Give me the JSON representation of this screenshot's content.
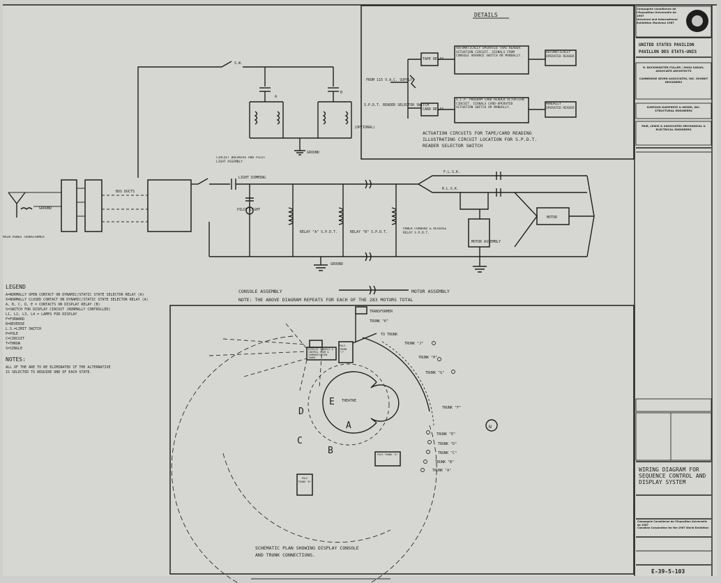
{
  "details": {
    "title": "DETAILS",
    "supply_label": "FROM 115 V.A.C. SUPPLY",
    "sw_label": "S.P.D.T. READER SELECTOR SWITCH",
    "top_relay": "TAPE RELAY",
    "bottom_relay": "CARD RELAY",
    "top_desc": "AUTOMATICALLY OPERATED TAPE READER. ACTUATION CIRCUIT. SIGNALS FROM CONSOLE ADVANCE SWITCH OR MANUALLY.",
    "bottom_desc": "V.I.P. PROGRAM CARD READER ACTUATION CIRCUIT. SIGNALS CARD-OPERATED ACTUATION SWITCH OR MANUALLY.",
    "top_out": "AUTOMATICALLY OPERATED READER",
    "bottom_out": "MANUALLY OPERATED READER",
    "caption_l1": "ACTUATION CIRCUITS FOR TAPE/CARD READING",
    "caption_l2": "ILLUSTRATING CIRCUIT LOCATION FOR S.P.D.T.",
    "caption_l3": "READER SELECTOR SWITCH"
  },
  "upper_circuit": {
    "switch_label": "S.W.",
    "cap_a": "A",
    "cap_b": "B",
    "optional": "(OPTIONAL)",
    "ground": "GROUND"
  },
  "main_circuit": {
    "main_power": "MAIN POWER TRANSFORMER",
    "ground": "GROUND",
    "bus_ducts": "BUS DUCTS",
    "breaker_label": "CIRCUIT BREAKERS AND PILOT LIGHT ASSEMBLY",
    "light_dimming": "LIGHT DIMMING",
    "pilot_light": "PILOT LIGHT",
    "relay_a": "RELAY \"A\" S.P.D.T.",
    "relay_b": "RELAY \"B\" S.P.D.T.",
    "relay_c": "POWER FORWARD & REVERSE RELAY S.P.D.T.",
    "fwd": "F.L.S.K.",
    "rev": "R.L.S.K.",
    "motor": "MOTOR ASSEMBLY",
    "console_assembly": "CONSOLE ASSEMBLY",
    "motor_assembly": "MOTOR ASSEMBLY",
    "note": "NOTE: THE ABOVE DIAGRAM REPEATS FOR EACH OF THE 283 MOTORS TOTAL"
  },
  "legend": {
    "title": "LEGEND",
    "items": [
      "A=NORMALLY OPEN CONTACT ON DYNAMIC/STATIC STATE SELECTOR RELAY (A)",
      "X=NORMALLY CLOSED CONTACT ON DYNAMIC/STATIC STATE SELECTOR RELAY (A)",
      "A, B, C, D, E = CONTACTS ON DISPLAY RELAY (B)",
      "S=SWITCH FOR DISPLAY CIRCUIT (NORMALLY CONTROLLED)",
      "L1, L2, L3, L4 = LAMPS FOR DISPLAY",
      "F=FORWARD",
      "R=REVERSE",
      "L.S.=LIMIT SWITCH",
      "P=POLE",
      "C=CIRCUIT",
      "T=THROW",
      "S=SINGLE"
    ],
    "notes_title": "NOTES:",
    "notes": [
      "ALL OF THE ARE TO BE ELIMINATED IF THE ALTERNATIVE",
      "IS SELECTED TO REQUIRE ONE OF EACH STATE."
    ]
  },
  "plan": {
    "caption_l1": "SCHEMATIC PLAN SHOWING DISPLAY CONSOLE",
    "caption_l2": "AND TRUNK CONNECTIONS.",
    "transformer": "TRANSFORMER",
    "console": "DISPLAY CONSOLE & CONTROL ROOM & COMMUNICATION TOWER",
    "pole": "POLE TRUNK \"J\"",
    "to_trunk": "TO TRUNK",
    "theatre": "THEATRE",
    "zones": [
      "A",
      "B",
      "C",
      "D",
      "E"
    ],
    "trunks": [
      "TRUNK \"K\"",
      "TRUNK \"J\"",
      "TRUNK \"H\"",
      "TRUNK \"G\"",
      "TRUNK \"F\"",
      "TRUNK \"E\"",
      "TRUNK \"D\"",
      "TRUNK \"C\"",
      "TRUNK \"B\"",
      "TRUNK \"A\""
    ],
    "trunk_box_a": "POLE TRUNK \"A\"",
    "trunk_box_b": "POLE TRUNK \"B\""
  },
  "title_block": {
    "expo_l1": "Compagnie canadienne de l'Exposition Universelle de 1967",
    "expo_l2": "Universal and International Exhibition Montreal 1967",
    "pavilion_en": "UNITED STATES PAVILION",
    "pavilion_fr": "PAVILLON DES ETATS-UNIS",
    "architect": "R. BUCKMINSTER FULLER / SHOJI SADAO, ASSOCIATE ARCHITECTS",
    "associates": "CAMBRIDGE SEVEN ASSOCIATES, INC. EXHIBIT DESIGNERS",
    "engineers": "SIMPSON GUMPERTZ & HEGER, INC. STRUCTURAL ENGINEERS",
    "engineers2": "FAIR, LEWIS & ASSOCIATES MECHANICAL & ELECTRICAL ENGINEERS",
    "drawing_title_l1": "WIRING DIAGRAM FOR",
    "drawing_title_l2": "SEQUENCE CONTROL AND",
    "drawing_title_l3": "DISPLAY SYSTEM",
    "owner_l1": "Compagnie Canadienne de l'Exposition Universelle de 1967",
    "owner_l2": "Canadian Corporation for the 1967 World Exhibition",
    "drawing_no": "E-39-5-103"
  }
}
